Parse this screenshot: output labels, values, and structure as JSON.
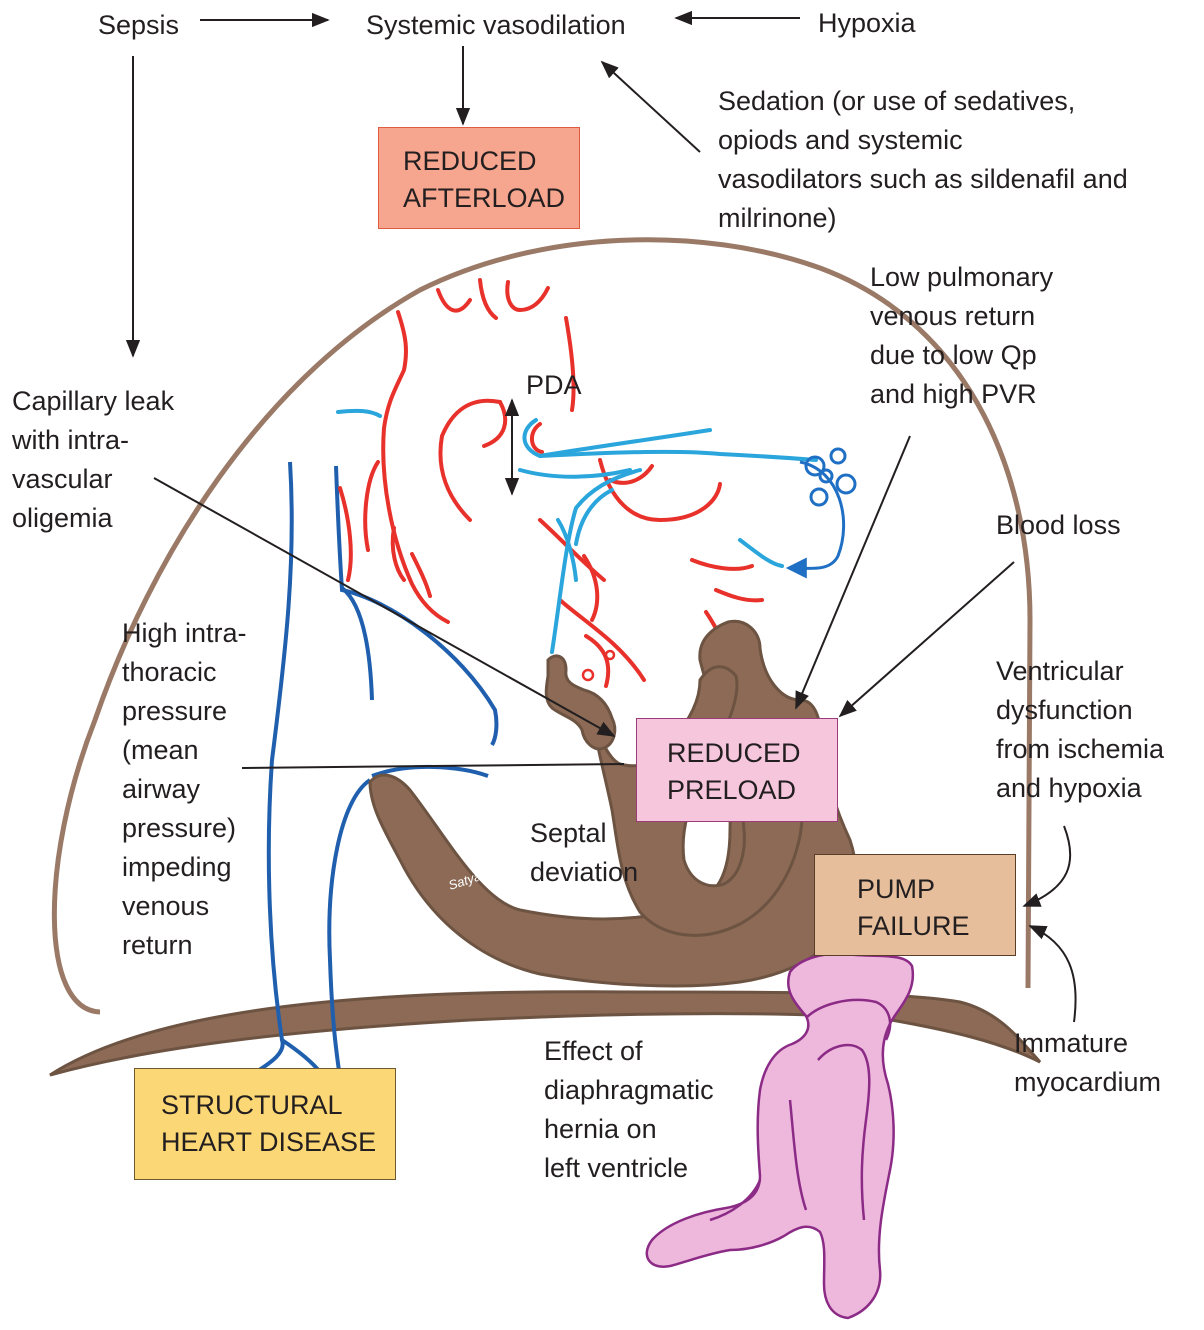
{
  "labels": {
    "sepsis": "Sepsis",
    "systemic_vasodilation": "Systemic vasodilation",
    "hypoxia": "Hypoxia",
    "sedation": "Sedation (or use of sedatives,\nopiods and systemic\nvasodilators such as sildenafil and\nmilrinone)",
    "low_pulmonary": "Low pulmonary\nvenous return\ndue to low Qp\nand high PVR",
    "pda": "PDA",
    "capillary_leak": "Capillary leak\nwith intra-\nvascular\noligemia",
    "blood_loss": "Blood loss",
    "high_intrathoracic": "High intra-\nthoracic\npressure\n(mean\nairway\npressure)\nimpeding\nvenous\nreturn",
    "ventricular_dysfunction": "Ventricular\ndysfunction\nfrom ischemia\nand hypoxia",
    "septal_deviation": "Septal\ndeviation",
    "immature_myocardium": "Immature\nmyocardium",
    "hernia_effect": "Effect of\ndiaphragmatic\nhernia on\nleft ventricle",
    "signature": "Satyan"
  },
  "boxes": {
    "reduced_afterload": "REDUCED\nAFTERLOAD",
    "reduced_preload": "REDUCED\nPRELOAD",
    "pump_failure": "PUMP\nFAILURE",
    "structural_heart_disease": "STRUCTURAL\nHEART DISEASE"
  },
  "colors": {
    "outline_brown": "#9a7a67",
    "muscle_brown": "#8c6a56",
    "artery_red": "#e8312a",
    "vein_blue": "#1f5fad",
    "pulmonary_light_blue": "#2aa6dc",
    "afterload_box": "#f6a58e",
    "preload_box": "#f6c6dc",
    "pump_box": "#e6be9c",
    "structural_box": "#fbd775",
    "bowel_pink": "#eeb8dd"
  }
}
